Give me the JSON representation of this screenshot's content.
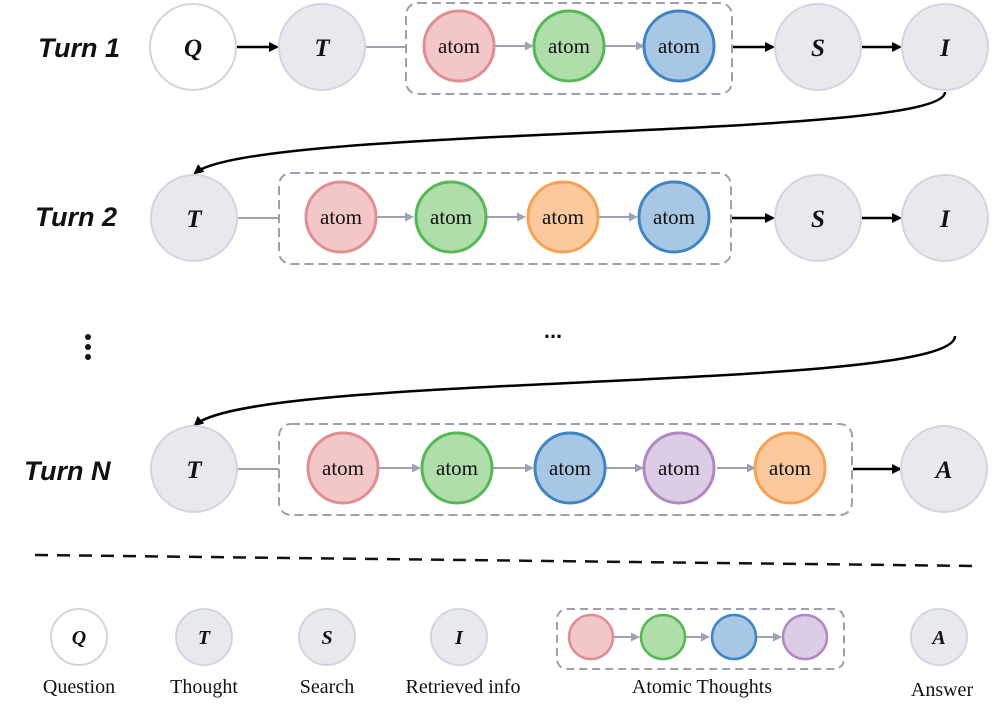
{
  "colors": {
    "node_fill": "#e8e9ef",
    "node_stroke": "#d2d5dd",
    "question_fill": "#ffffff",
    "group_border": "#9c9fb0",
    "connector_gray": "#9ea2b2",
    "arrow_black": "#000000",
    "atom_red": {
      "fill": "#f3c7c8",
      "stroke": "#df8e92"
    },
    "atom_green": {
      "fill": "#b0deab",
      "stroke": "#55b855"
    },
    "atom_blue": {
      "fill": "#a7c7e5",
      "stroke": "#3f84c3"
    },
    "atom_orange": {
      "fill": "#fbc99d",
      "stroke": "#f6a255"
    },
    "atom_purple": {
      "fill": "#dccde6",
      "stroke": "#b287c3"
    }
  },
  "turns": [
    {
      "label": "Turn 1",
      "start_nodes": [
        "Q",
        "T"
      ],
      "atoms": [
        {
          "text": "atom",
          "color": "atom_red"
        },
        {
          "text": "atom",
          "color": "atom_green"
        },
        {
          "text": "atom",
          "color": "atom_blue"
        }
      ],
      "end_nodes": [
        "S",
        "I"
      ]
    },
    {
      "label": "Turn 2",
      "start_nodes": [
        "T"
      ],
      "atoms": [
        {
          "text": "atom",
          "color": "atom_red"
        },
        {
          "text": "atom",
          "color": "atom_green"
        },
        {
          "text": "atom",
          "color": "atom_orange"
        },
        {
          "text": "atom",
          "color": "atom_blue"
        }
      ],
      "end_nodes": [
        "S",
        "I"
      ]
    },
    {
      "label": "Turn N",
      "start_nodes": [
        "T"
      ],
      "atoms": [
        {
          "text": "atom",
          "color": "atom_red"
        },
        {
          "text": "atom",
          "color": "atom_green"
        },
        {
          "text": "atom",
          "color": "atom_blue"
        },
        {
          "text": "atom",
          "color": "atom_purple"
        },
        {
          "text": "atom",
          "color": "atom_orange"
        }
      ],
      "end_nodes": [
        "A"
      ]
    }
  ],
  "ellipsis_vertical": "⋮",
  "ellipsis_horizontal": "...",
  "legend": [
    {
      "letter": "Q",
      "label": "Question",
      "icon": "question-node-icon"
    },
    {
      "letter": "T",
      "label": "Thought",
      "icon": "thought-node-icon"
    },
    {
      "letter": "S",
      "label": "Search",
      "icon": "search-node-icon"
    },
    {
      "letter": "I",
      "label": "Retrieved info",
      "icon": "retrieved-info-node-icon"
    },
    {
      "letter": "",
      "label": "Atomic Thoughts",
      "icon": "atomic-thoughts-chain-icon",
      "atom_colors": [
        "atom_red",
        "atom_green",
        "atom_blue",
        "atom_purple"
      ]
    },
    {
      "letter": "A",
      "label": "Answer",
      "icon": "answer-node-icon"
    }
  ]
}
